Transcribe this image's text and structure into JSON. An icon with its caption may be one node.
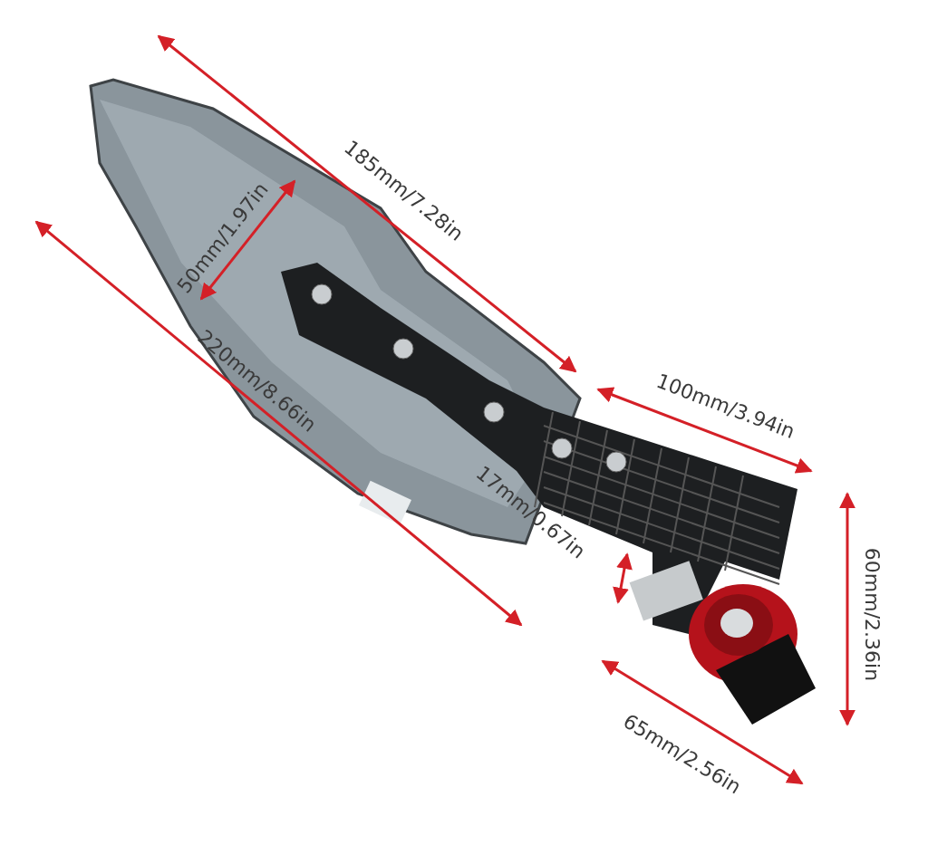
{
  "diagram": {
    "labels": [
      "185mm/7.28in",
      "50mm/1.97in",
      "100mm/3.94in",
      "220mm/8.66in",
      "17mm/0.67in",
      "60mm/2.36in",
      "65mm/2.56in"
    ]
  }
}
